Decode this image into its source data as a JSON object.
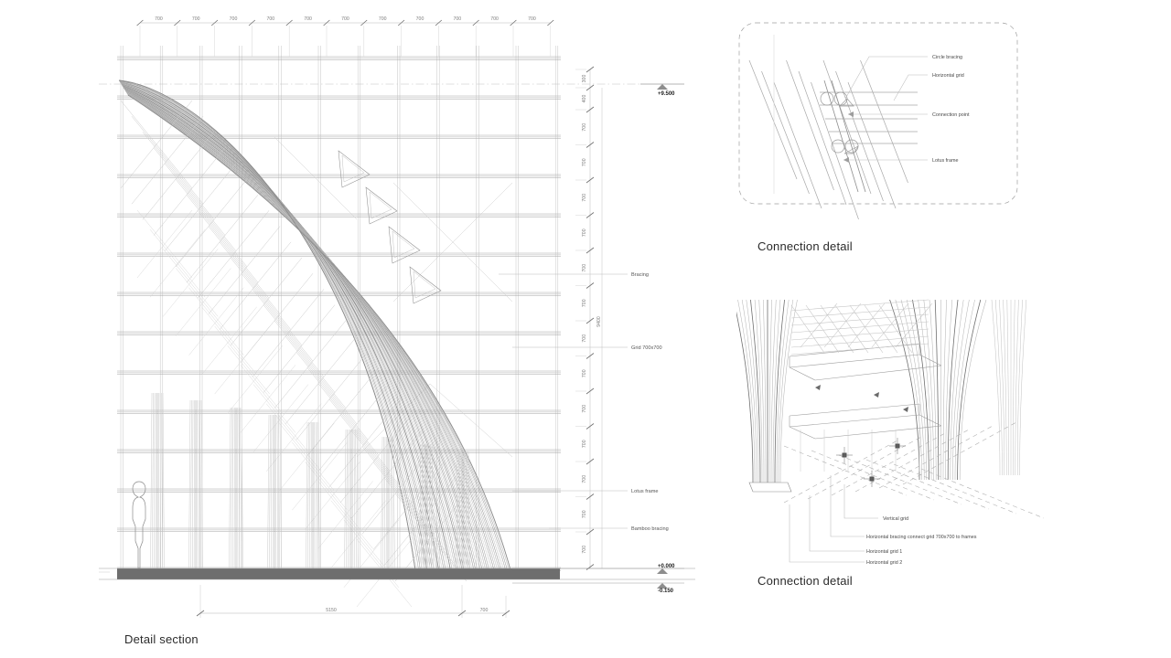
{
  "drawing": {
    "sheet_background": "#ffffff",
    "line_color": "#b8b8b8",
    "line_color_dark": "#6e6e6e",
    "ground_color": "#6e6e6e",
    "dim_text_color": "#7d7d7d"
  },
  "main_section": {
    "caption": "Detail section",
    "top_dimension_chain": {
      "label": "700",
      "values": [
        "700",
        "700",
        "700",
        "700",
        "700",
        "700",
        "700",
        "700",
        "700",
        "700",
        "700"
      ],
      "segment_count": 11
    },
    "right_dimension_chain": {
      "values": [
        "300",
        "400",
        "700",
        "700",
        "700",
        "700",
        "700",
        "700",
        "700",
        "700",
        "700",
        "700",
        "700",
        "700",
        "700"
      ],
      "overall": "9400"
    },
    "bottom_dimension_chain": {
      "values": [
        "5150",
        "700"
      ]
    },
    "elevations": [
      {
        "name": "top-level",
        "value": "+9.500"
      },
      {
        "name": "ground-level",
        "value": "+0.000"
      },
      {
        "name": "slab-underside",
        "value": "-0.150"
      }
    ],
    "annotations": [
      {
        "name": "bracing",
        "label": "Bracing"
      },
      {
        "name": "grid",
        "label": "Grid 700x700"
      },
      {
        "name": "lotus-frame",
        "label": "Lotus frame"
      },
      {
        "name": "bamboo-bracing",
        "label": "Bamboo bracing"
      }
    ],
    "scale_figure": "human-silhouette"
  },
  "detail_top": {
    "caption": "Connection detail",
    "annotations": [
      {
        "name": "circle-bracing",
        "label": "Circle bracing"
      },
      {
        "name": "horizontal-grid",
        "label": "Horizontal grid"
      },
      {
        "name": "connection-point",
        "label": "Connection point"
      },
      {
        "name": "lotus-frame",
        "label": "Lotus frame"
      }
    ]
  },
  "detail_bottom": {
    "caption": "Connection detail",
    "annotations": [
      {
        "name": "vertical-grid",
        "label": "Vertical grid"
      },
      {
        "name": "horizontal-bracing",
        "label": "Horizontal bracing connect grid 700x700 to frames"
      },
      {
        "name": "horizontal-grid-1",
        "label": "Horizontal grid 1"
      },
      {
        "name": "horizontal-grid-2",
        "label": "Horizontal grid 2"
      }
    ]
  }
}
